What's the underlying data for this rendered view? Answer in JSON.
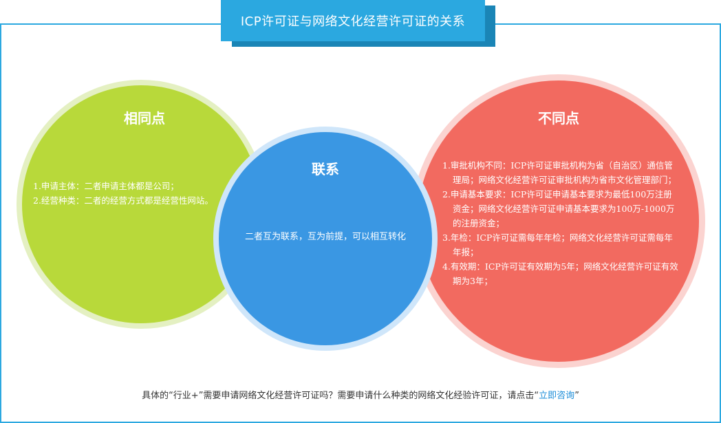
{
  "title": "ICP许可证与网络文化经营许可证的关系",
  "same": {
    "heading": "相同点",
    "items": [
      "1.申请主体：二者申请主体都是公司；",
      "2.经营种类：二者的经营方式都是经营性网站。"
    ]
  },
  "relation": {
    "heading": "联系",
    "text": "二者互为联系，互为前提，可以相互转化"
  },
  "different": {
    "heading": "不同点",
    "items": [
      "1.审批机构不同：ICP许可证审批机构为省（自治区）通信管理局；网络文化经营许可证审批机构为省市文化管理部门；",
      "2.申请基本要求：ICP许可证申请基本要求为最低100万注册资金；网络文化经营许可证申请基本要求为100万-1000万的注册资金；",
      "3.年检：ICP许可证需每年年检；网络文化经营许可证需每年年报；",
      "4.有效期：ICP许可证有效期为5年；网络文化经营许可证有效期为3年；"
    ]
  },
  "footer": {
    "text_before": "具体的“行业+”需要申请网络文化经营许可证吗？需要申请什么种类的网络文化经验许可证，请点击“",
    "link": "立即咨询",
    "text_after": "”"
  },
  "colors": {
    "frame": "#2ba8e0",
    "green": "#b8d93a",
    "blue": "#3a97e3",
    "red": "#f26a60"
  }
}
